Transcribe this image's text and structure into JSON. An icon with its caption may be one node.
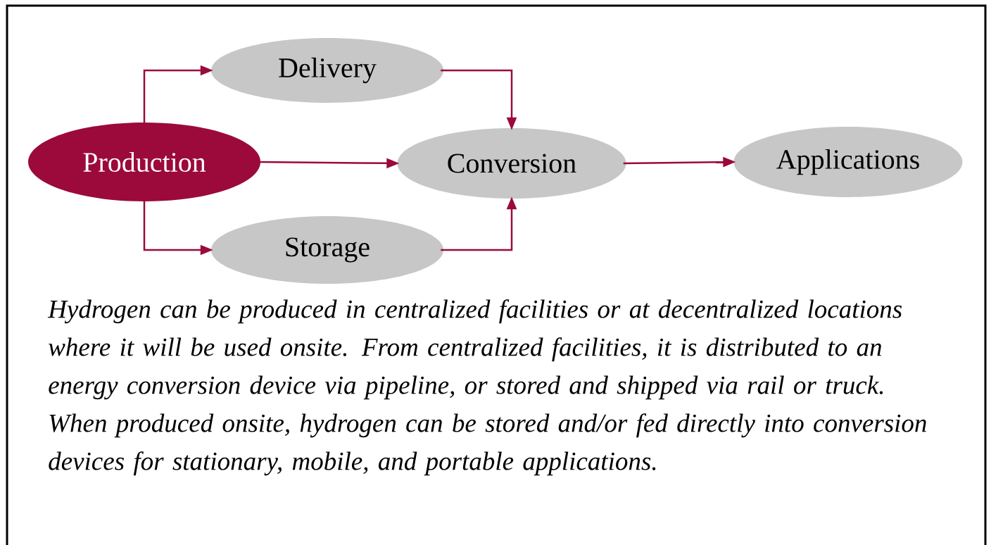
{
  "diagram": {
    "caption": "*Hydrogen can be produced in centralized facilities or at decentralized locations where it will be used onsite. From centralized facilities, it is distributed to an energy conversion device via pipeline, or stored and shipped via rail or truck. When produced onsite, hydrogen can be stored and/or fed directly into conversion devices for stationary, mobile, and portable applications.*",
    "nodes": [
      {
        "text": [
          "Delivery"
        ]
      },
      {
        "text": [
          "Production"
        ]
      },
      {
        "text": [
          "Conversion"
        ]
      },
      {
        "text": [
          "Applications"
        ]
      },
      {
        "text": [
          "Storage"
        ]
      }
    ],
    "edges": [
      {
        "from": 1,
        "to": 0,
        "arrow": "to"
      },
      {
        "from": 1,
        "to": 4,
        "arrow": "to"
      },
      {
        "from": 1,
        "to": 2,
        "arrow": "to"
      },
      {
        "from": 0,
        "to": 2,
        "arrow": "to"
      },
      {
        "from": 4,
        "to": 2,
        "arrow": "to"
      },
      {
        "from": 2,
        "to": 3,
        "arrow": "to"
      }
    ]
  }
}
